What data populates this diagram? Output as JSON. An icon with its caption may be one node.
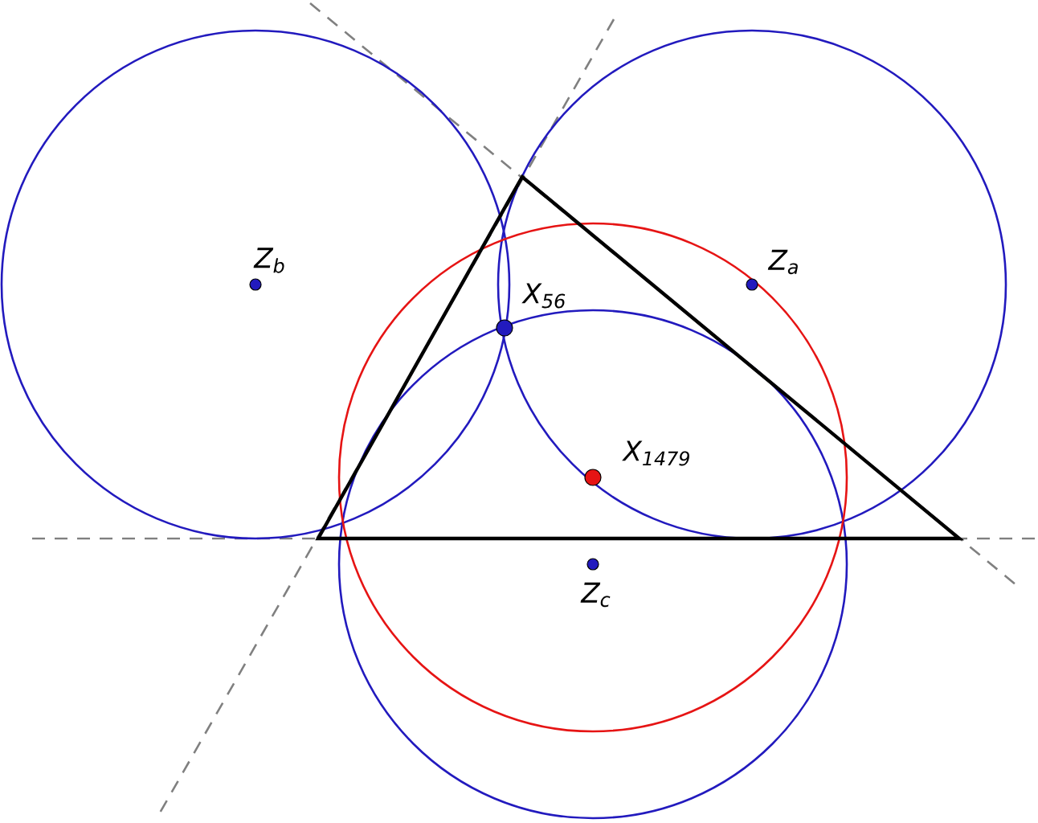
{
  "diagram": {
    "labels": [
      "Z$_{b}$",
      "Z$_{a}$",
      "X$_{56}$",
      "X$_{1479}$",
      "Z$_{c}$"
    ]
  }
}
